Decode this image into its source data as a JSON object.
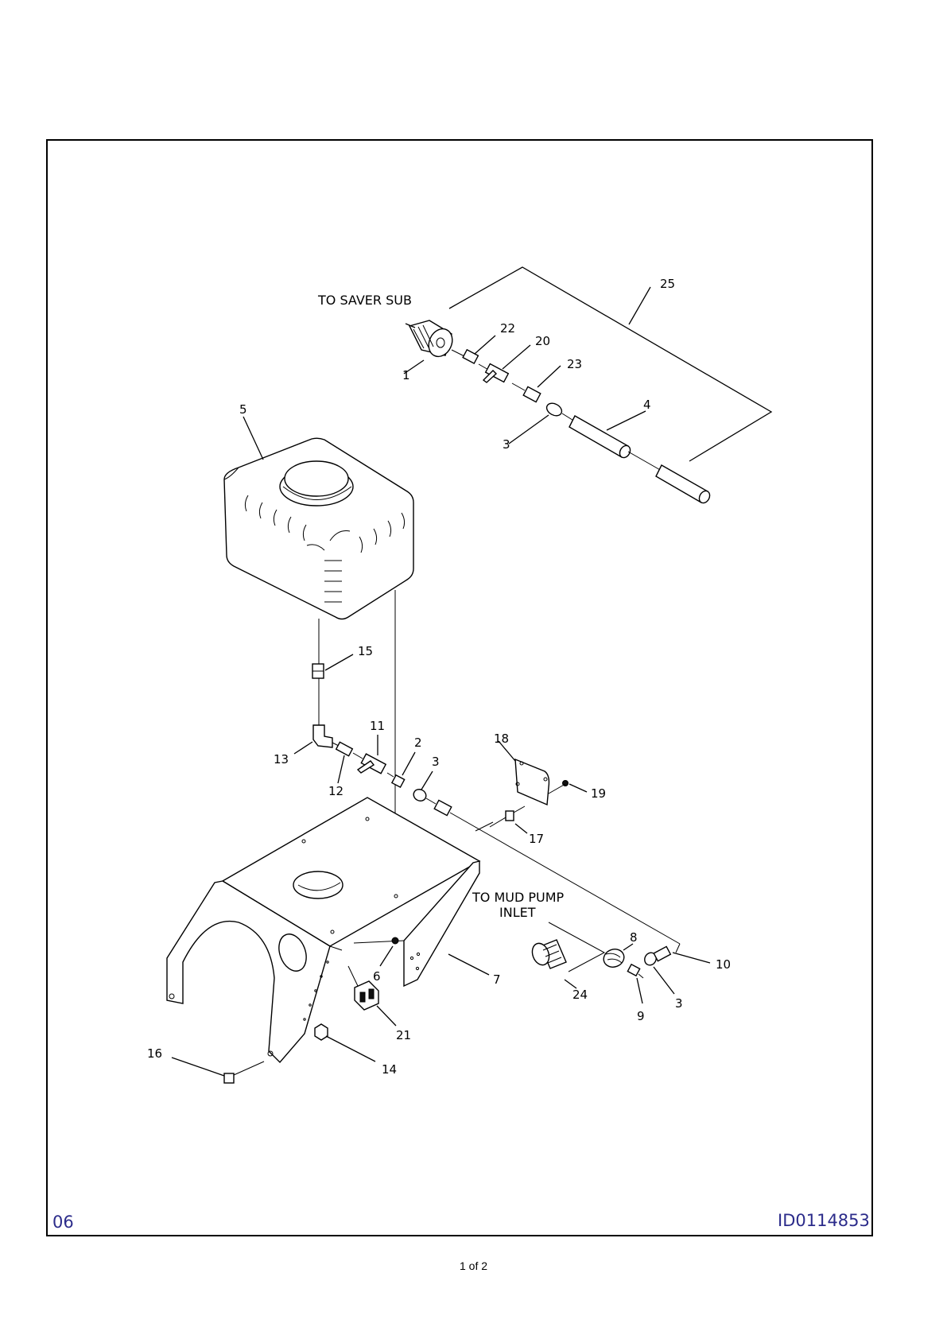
{
  "notes": {
    "to_saver_sub": "TO SAVER SUB",
    "to_mud_pump_line1": "TO MUD PUMP",
    "to_mud_pump_line2": "INLET"
  },
  "callouts": {
    "p1": "1",
    "p2": "2",
    "p3a": "3",
    "p3b": "3",
    "p3c": "3",
    "p4": "4",
    "p5": "5",
    "p6": "6",
    "p7": "7",
    "p8": "8",
    "p9": "9",
    "p10": "10",
    "p11": "11",
    "p12": "12",
    "p13": "13",
    "p14": "14",
    "p15": "15",
    "p16": "16",
    "p17": "17",
    "p18": "18",
    "p19": "19",
    "p20": "20",
    "p21": "21",
    "p22": "22",
    "p23": "23",
    "p24": "24",
    "p25": "25"
  },
  "sheet_code": "06",
  "drawing_id": "ID0114853",
  "page_indicator": "1 of 2",
  "colors": {
    "corner_text": "#2b2b8a",
    "line": "#000000"
  }
}
